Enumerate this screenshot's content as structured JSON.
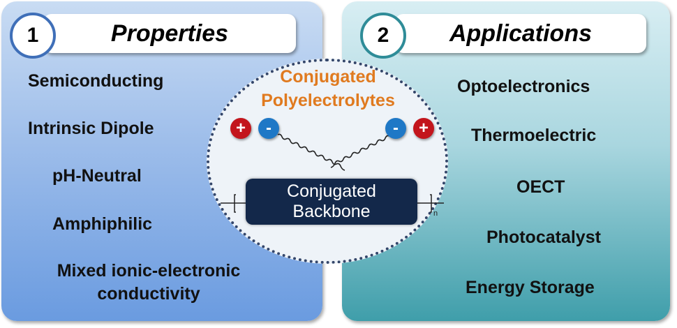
{
  "properties": {
    "number": "1",
    "title": "Properties",
    "items": [
      "Semiconducting",
      "Intrinsic Dipole",
      "pH-Neutral",
      "Amphiphilic",
      "Mixed ionic-electronic",
      "conductivity"
    ]
  },
  "applications": {
    "number": "2",
    "title": "Applications",
    "items": [
      "Optoelectronics",
      "Thermoelectric",
      "OECT",
      "Photocatalyst",
      "Energy Storage"
    ]
  },
  "center": {
    "title_line1": "Conjugated",
    "title_line2": "Polyelectrolytes",
    "plus": "+",
    "minus": "-",
    "backbone_line1": "Conjugated",
    "backbone_line2": "Backbone",
    "repeat_subscript": "n"
  },
  "colors": {
    "accent_orange": "#e07a1f",
    "backbone": "#13284a",
    "cation": "#c3151c",
    "anion": "#1f78c6"
  }
}
